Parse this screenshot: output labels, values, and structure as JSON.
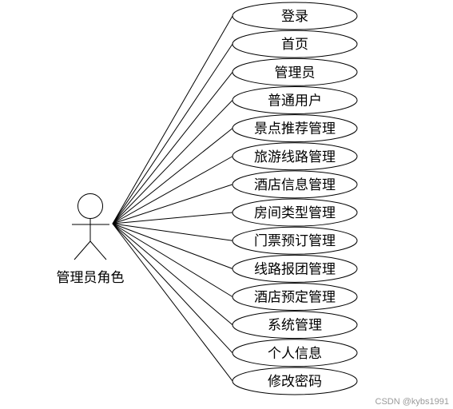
{
  "actor": {
    "label": "管理员角色"
  },
  "use_cases": [
    {
      "label": "登录"
    },
    {
      "label": "首页"
    },
    {
      "label": "管理员"
    },
    {
      "label": "普通用户"
    },
    {
      "label": "景点推荐管理"
    },
    {
      "label": "旅游线路管理"
    },
    {
      "label": "酒店信息管理"
    },
    {
      "label": "房间类型管理"
    },
    {
      "label": "门票预订管理"
    },
    {
      "label": "线路报团管理"
    },
    {
      "label": "酒店预定管理"
    },
    {
      "label": "系统管理"
    },
    {
      "label": "个人信息"
    },
    {
      "label": "修改密码"
    }
  ],
  "watermark": "CSDN @kybs1991"
}
